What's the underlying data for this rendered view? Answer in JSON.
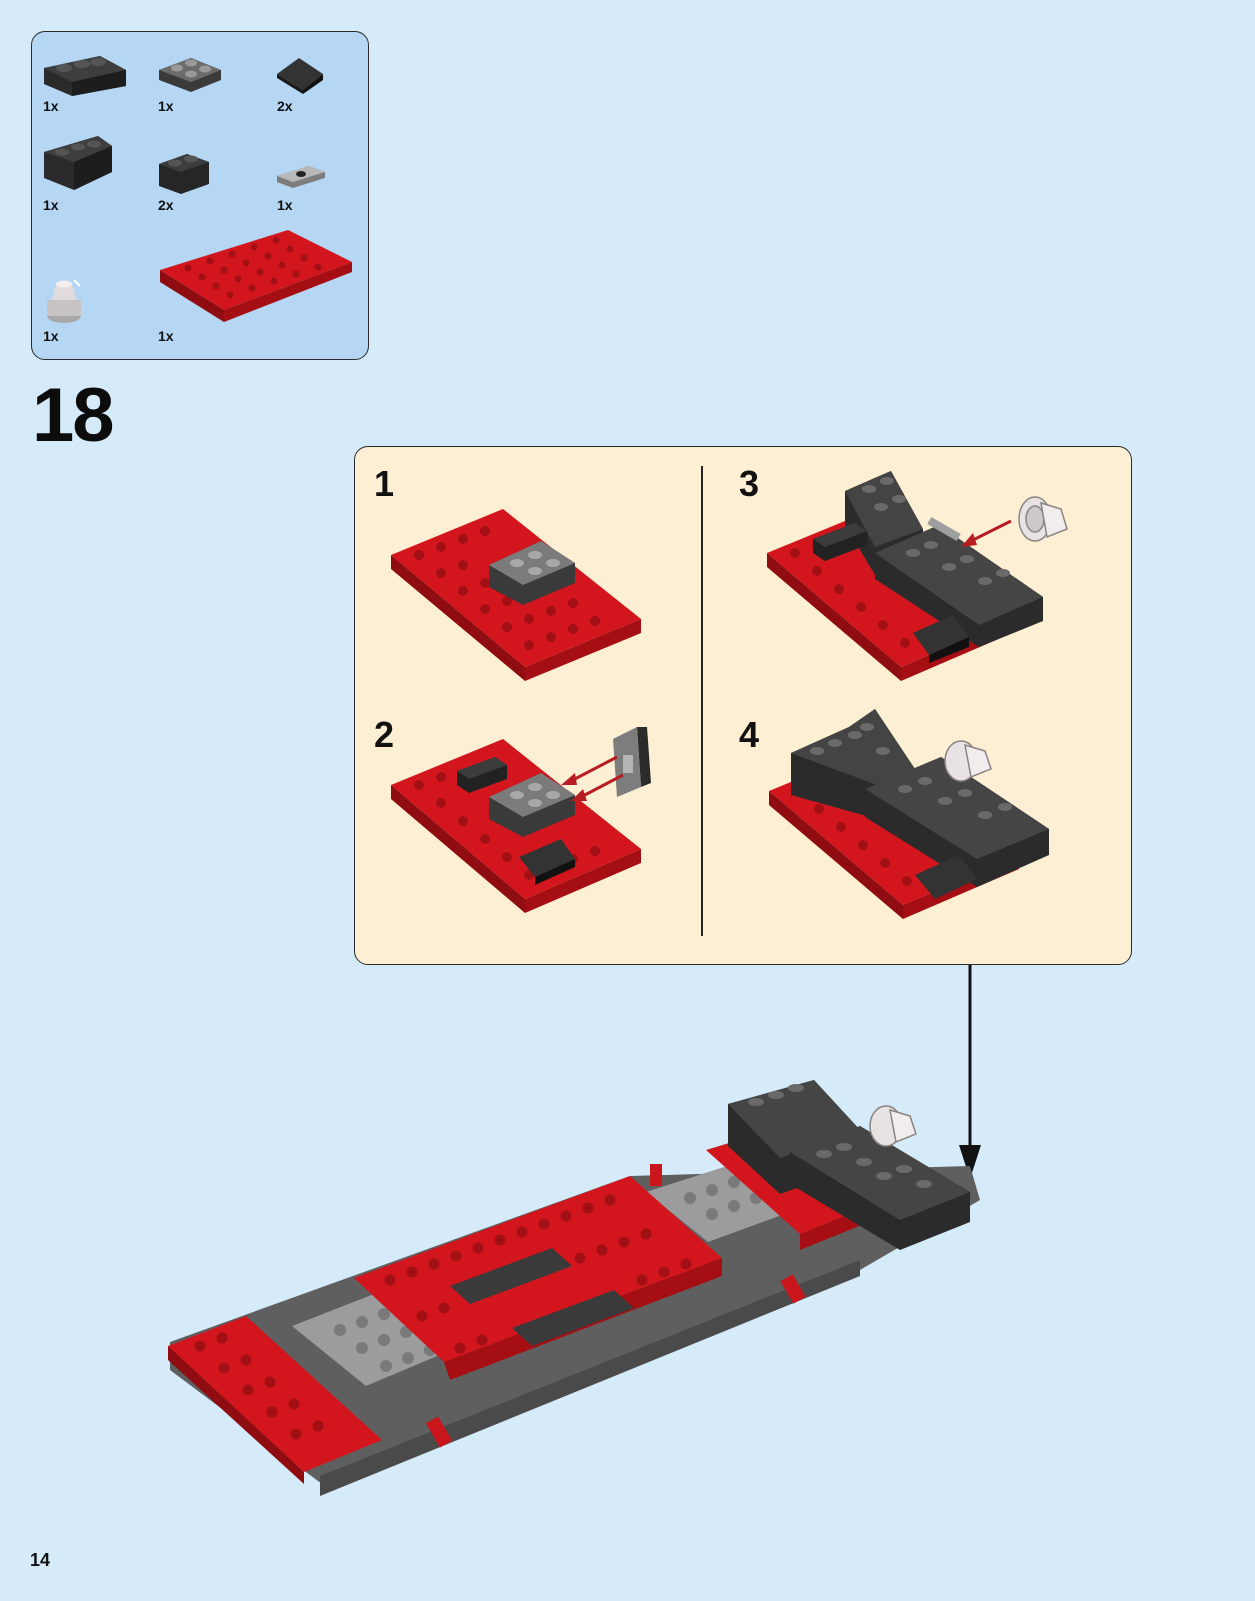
{
  "step": {
    "number": "18"
  },
  "parts": [
    {
      "name": "black-wedge-brick",
      "qty": "1x"
    },
    {
      "name": "dark-bluish-gray-modified-plate",
      "qty": "1x"
    },
    {
      "name": "black-slope",
      "qty": "2x"
    },
    {
      "name": "black-wedge-brick-mirrored",
      "qty": "1x"
    },
    {
      "name": "black-brick-1x2",
      "qty": "2x"
    },
    {
      "name": "light-gray-jumper-plate",
      "qty": "1x"
    },
    {
      "name": "trans-clear-cone",
      "qty": "1x"
    },
    {
      "name": "red-plate-6x10",
      "qty": "1x"
    }
  ],
  "substeps": [
    {
      "label": "1"
    },
    {
      "label": "3"
    },
    {
      "label": "2"
    },
    {
      "label": "4"
    }
  ],
  "page": {
    "number": "14"
  },
  "colors": {
    "background": "#d6ebfa",
    "parts_panel": "#b5d7f3",
    "substep_panel": "#fdefd3",
    "brick_red": "#c8161c",
    "brick_black": "#2b2b2b",
    "brick_gray": "#9a9a9a",
    "arrow_red": "#b81d24"
  }
}
